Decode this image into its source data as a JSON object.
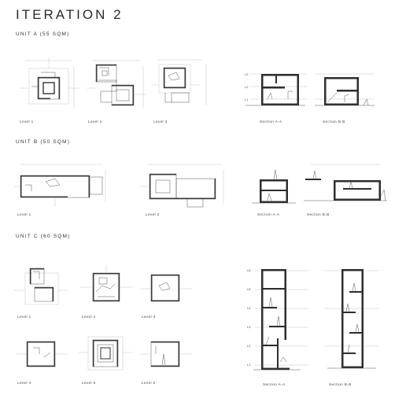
{
  "title": "ITERATION 2",
  "units": [
    {
      "name": "UNIT A (55 SQM)",
      "plans": [
        "Level 1",
        "Level 2",
        "Level 3"
      ],
      "sections": [
        "Section A-A",
        "Section B-B"
      ],
      "section_levels": [
        "L3",
        "L2",
        "L1"
      ]
    },
    {
      "name": "UNIT B (50 SQM)",
      "plans": [
        "Level 1",
        "Level 2"
      ],
      "sections": [
        "Section A-A",
        "Section B-B"
      ]
    },
    {
      "name": "UNIT C (60 SQM)",
      "plans": [
        "Level 1",
        "Level 2",
        "Level 3",
        "Level 4",
        "Level 5",
        "Level 6"
      ],
      "sections": [
        "Section A-A",
        "Section B-B"
      ],
      "section_levels": [
        "L6",
        "L5",
        "L4",
        "L3",
        "L2",
        "L1"
      ]
    }
  ]
}
